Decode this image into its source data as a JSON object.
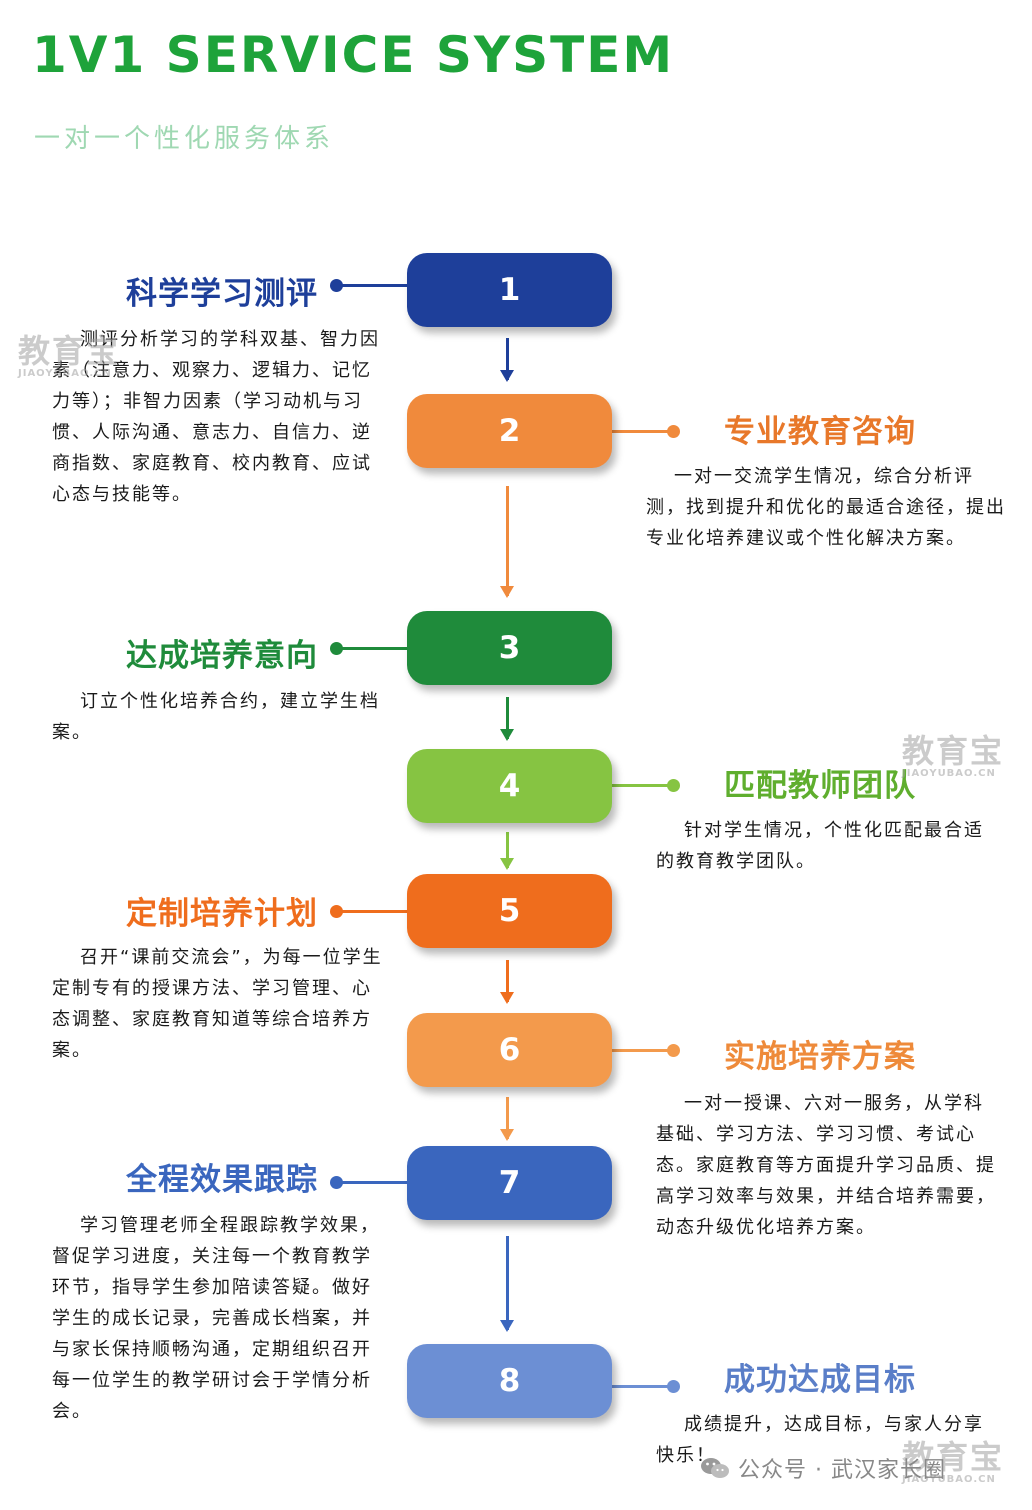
{
  "header": {
    "title": "1V1 SERVICE SYSTEM",
    "subtitle": "一对一个性化服务体系"
  },
  "steps": [
    {
      "number": "1",
      "title": "科学学习测评",
      "side": "left",
      "color": "#1e3f9a",
      "title_color": "#1e3f9a",
      "desc": "测评分析学习的学科双基、智力因素（注意力、观察力、逻辑力、记忆力等）；非智力因素（学习动机与习惯、人际沟通、意志力、自信力、逆商指数、家庭教育、校内教育、应试心态与技能等。"
    },
    {
      "number": "2",
      "title": "专业教育咨询",
      "side": "right",
      "color": "#f08a3c",
      "title_color": "#e8782a",
      "desc": "一对一交流学生情况，综合分析评测，找到提升和优化的最适合途径，提出专业化培养建议或个性化解决方案。"
    },
    {
      "number": "3",
      "title": "达成培养意向",
      "side": "left",
      "color": "#1f8b3b",
      "title_color": "#1f8b3b",
      "desc": "订立个性化培养合约，建立学生档案。"
    },
    {
      "number": "4",
      "title": "匹配教师团队",
      "side": "right",
      "color": "#86c442",
      "title_color": "#5fae2e",
      "desc": "针对学生情况，个性化匹配最合适的教育教学团队。"
    },
    {
      "number": "5",
      "title": "定制培养计划",
      "side": "left",
      "color": "#ef6d1d",
      "title_color": "#ef6d1d",
      "desc": "召开“课前交流会”，为每一位学生定制专有的授课方法、学习管理、心态调整、家庭教育知道等综合培养方案。"
    },
    {
      "number": "6",
      "title": "实施培养方案",
      "side": "right",
      "color": "#f39a4c",
      "title_color": "#ee8a3a",
      "desc": "一对一授课、六对一服务，从学科基础、学习方法、学习习惯、考试心态。家庭教育等方面提升学习品质、提高学习效率与效果，并结合培养需要，动态升级优化培养方案。"
    },
    {
      "number": "7",
      "title": "全程效果跟踪",
      "side": "left",
      "color": "#3a66be",
      "title_color": "#3a66be",
      "desc": "学习管理老师全程跟踪教学效果，督促学习进度，关注每一个教育教学环节，指导学生参加陪读答疑。做好学生的成长记录，完善成长档案，并与家长保持顺畅沟通，定期组织召开每一位学生的教学研讨会于学情分析会。"
    },
    {
      "number": "8",
      "title": "成功达成目标",
      "side": "right",
      "color": "#6c8fd4",
      "title_color": "#5a7ec8",
      "desc": "成绩提升，达成目标，与家人分享快乐！"
    }
  ],
  "watermark": {
    "text": "教育宝",
    "domain": "JIAOYUBAO.CN"
  },
  "footer": {
    "text": "公众号 · 武汉家长圈"
  }
}
